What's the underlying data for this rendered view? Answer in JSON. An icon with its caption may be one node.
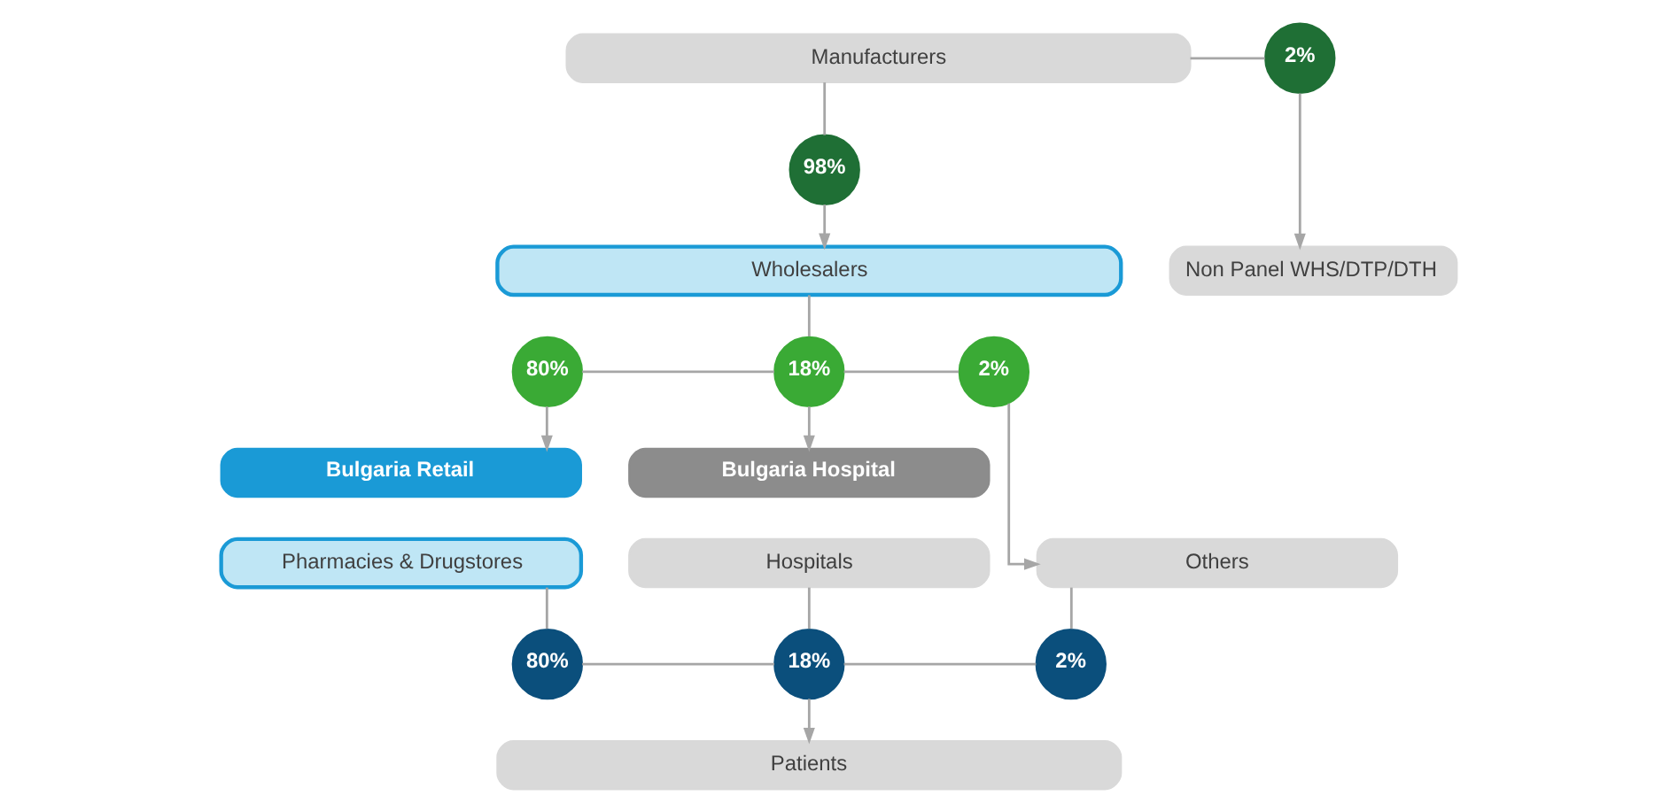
{
  "diagram": {
    "nodes": [
      {
        "text": [
          "Manufacturers"
        ]
      },
      {
        "text": [
          "2%"
        ]
      },
      {
        "text": [
          "98%"
        ]
      },
      {
        "text": [
          "Wholesalers"
        ]
      },
      {
        "text": [
          "Non Panel WHS/DTP/DTH"
        ]
      },
      {
        "text": [
          "80%"
        ]
      },
      {
        "text": [
          "18%"
        ]
      },
      {
        "text": [
          "2%"
        ]
      },
      {
        "text": [
          "Bulgaria Retail"
        ]
      },
      {
        "text": [
          "Pharmacies & Drugstores"
        ]
      },
      {
        "text": [
          "Bulgaria Hospital"
        ]
      },
      {
        "text": [
          "Hospitals"
        ]
      },
      {
        "text": [
          "Others"
        ]
      },
      {
        "text": [
          "80%"
        ]
      },
      {
        "text": [
          "18%"
        ]
      },
      {
        "text": [
          "2%"
        ]
      },
      {
        "text": [
          "Patients"
        ]
      }
    ],
    "edges": [
      {
        "from": 0,
        "to": 1,
        "arrow": "none"
      },
      {
        "from": 1,
        "to": 4,
        "arrow": "to"
      },
      {
        "from": 0,
        "to": 2,
        "arrow": "none"
      },
      {
        "from": 2,
        "to": 3,
        "arrow": "to"
      },
      {
        "from": 3,
        "to": 6,
        "arrow": "none"
      },
      {
        "from": 5,
        "to": 6,
        "arrow": "none"
      },
      {
        "from": 6,
        "to": 7,
        "arrow": "none"
      },
      {
        "from": 5,
        "to": 8,
        "arrow": "to"
      },
      {
        "from": 6,
        "to": 10,
        "arrow": "to"
      },
      {
        "from": 7,
        "to": 12,
        "arrow": "to"
      },
      {
        "from": 9,
        "to": 13,
        "arrow": "none"
      },
      {
        "from": 11,
        "to": 14,
        "arrow": "none"
      },
      {
        "from": 12,
        "to": 15,
        "arrow": "none"
      },
      {
        "from": 13,
        "to": 14,
        "arrow": "none"
      },
      {
        "from": 14,
        "to": 15,
        "arrow": "none"
      },
      {
        "from": 14,
        "to": 16,
        "arrow": "to"
      }
    ]
  }
}
